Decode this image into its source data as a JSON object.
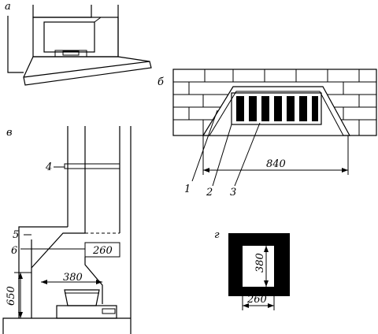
{
  "panels": {
    "a": {
      "label": "а"
    },
    "b": {
      "label": "б",
      "callouts": [
        "1",
        "2",
        "3"
      ],
      "dimension": "840"
    },
    "v": {
      "label": "в",
      "callouts": [
        "4",
        "5",
        "6"
      ],
      "dims": {
        "opening_height": "260",
        "hearth_width": "380",
        "floor_height": "650"
      }
    },
    "g": {
      "label": "г",
      "dims": {
        "height": "380",
        "width": "260"
      }
    }
  }
}
